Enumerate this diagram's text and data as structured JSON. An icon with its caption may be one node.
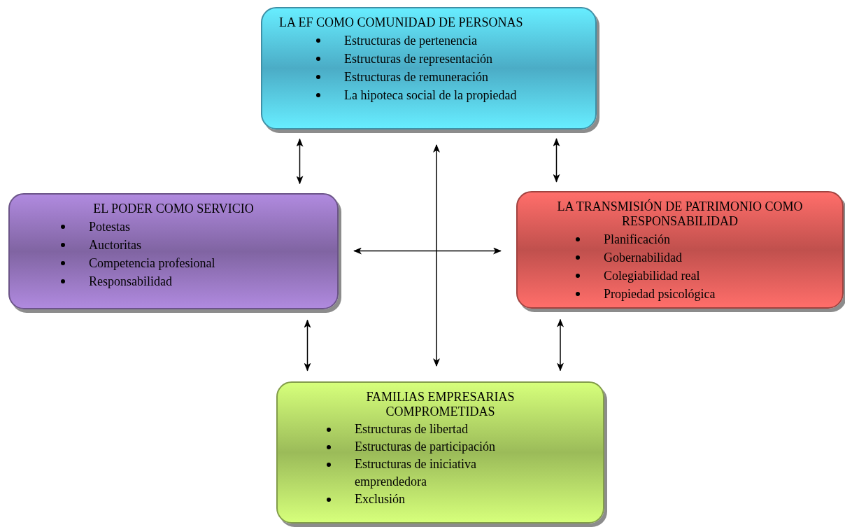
{
  "diagram": {
    "nodes": [
      {
        "text": [
          "LA EF COMO COMUNIDAD DE PERSONAS",
          "Estructuras de pertenencia",
          "Estructuras de representación",
          "Estructuras de remuneración",
          "La hipoteca social de la propiedad"
        ]
      },
      {
        "text": [
          "EL PODER COMO SERVICIO",
          "Potestas",
          "Auctoritas",
          "Competencia profesional",
          "Responsabilidad"
        ]
      },
      {
        "text": [
          "LA TRANSMISIÓN DE PATRIMONIO COMO RESPONSABILIDAD",
          "Planificación",
          "Gobernabilidad",
          "Colegiabilidad real",
          "Propiedad psicológica"
        ]
      },
      {
        "text": [
          "FAMILIAS EMPRESARIAS COMPROMETIDAS",
          "Estructuras de libertad",
          "Estructuras de participación",
          "Estructuras de iniciativa emprendedora",
          "Exclusión"
        ]
      }
    ],
    "edges": [
      {
        "from": 0,
        "to": 1,
        "arrow": "both"
      },
      {
        "from": 0,
        "to": 2,
        "arrow": "both"
      },
      {
        "from": 1,
        "to": 3,
        "arrow": "both"
      },
      {
        "from": 2,
        "to": 3,
        "arrow": "both"
      },
      {
        "from": 0,
        "to": 3,
        "arrow": "both"
      },
      {
        "from": 1,
        "to": 2,
        "arrow": "both"
      }
    ]
  }
}
